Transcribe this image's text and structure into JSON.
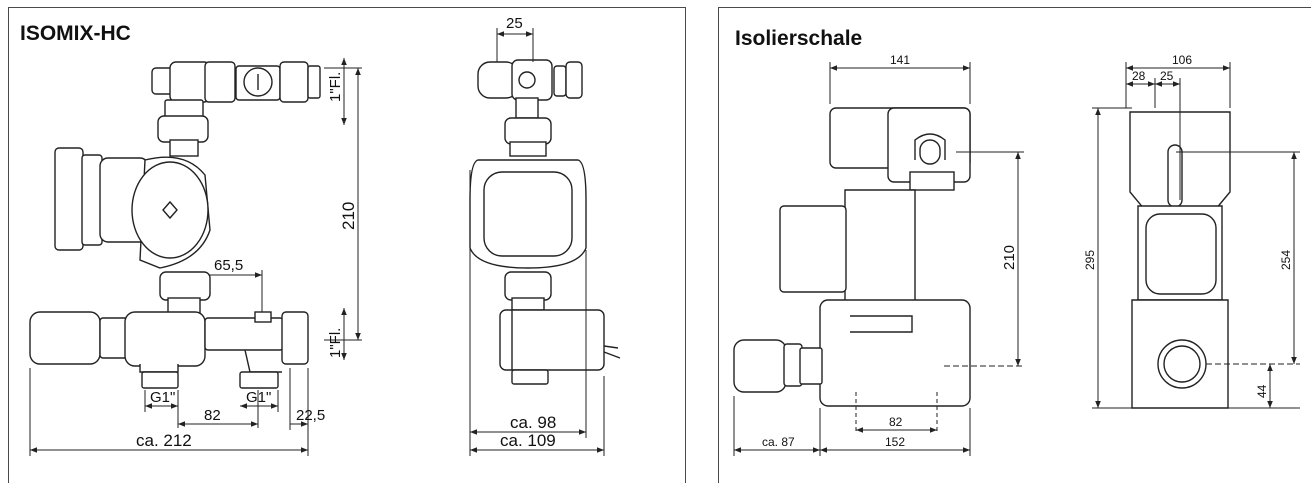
{
  "left_panel": {
    "title": "ISOMIX-HC",
    "dims": {
      "width_top": "25",
      "thread_top": "1\"Fl.",
      "height": "210",
      "offset": "65,5",
      "thread_bottom": "1\"Fl.",
      "g1_left": "G1\"",
      "g1_right": "G1\"",
      "spacing": "82",
      "end_offset": "22,5",
      "total_width": "ca. 212",
      "side_depth": "ca. 98",
      "side_total": "ca. 109"
    }
  },
  "right_panel": {
    "title": "Isolierschale",
    "dims": {
      "front_width": "141",
      "front_height": "210",
      "front_spacing": "82",
      "front_base": "152",
      "front_left": "ca. 87",
      "side_width": "106",
      "side_a": "28",
      "side_b": "25",
      "side_total_height": "295",
      "side_height": "254",
      "side_bottom": "44"
    }
  }
}
